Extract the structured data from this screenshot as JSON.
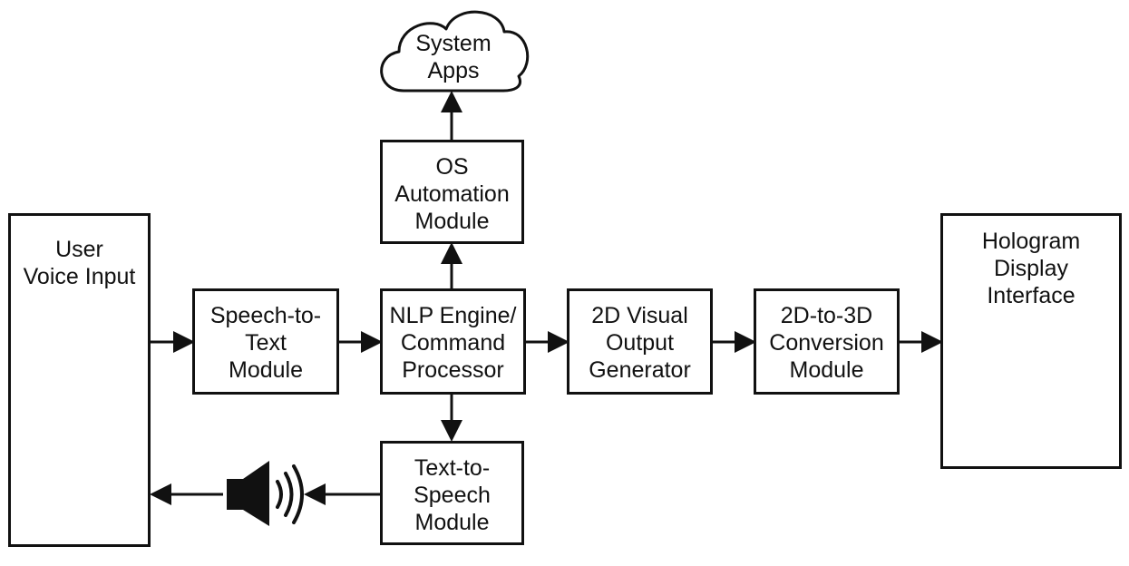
{
  "nodes": {
    "user": {
      "lines": [
        "User",
        "Voice Input"
      ]
    },
    "stt": {
      "lines": [
        "Speech-to-",
        "Text",
        "Module"
      ]
    },
    "nlp": {
      "lines": [
        "NLP Engine/",
        "Command",
        "Processor"
      ]
    },
    "vis2d": {
      "lines": [
        "2D Visual",
        "Output",
        "Generator"
      ]
    },
    "conv3d": {
      "lines": [
        "2D-to-3D",
        "Conversion",
        "Module"
      ]
    },
    "holo": {
      "lines": [
        "Hologram",
        "Display",
        "Interface"
      ]
    },
    "os": {
      "lines": [
        "OS",
        "Automation",
        "Module"
      ]
    },
    "apps": {
      "lines": [
        "System",
        "Apps"
      ]
    },
    "tts": {
      "lines": [
        "Text-to-",
        "Speech",
        "Module"
      ]
    }
  },
  "icons": {
    "user": "microphone-with-sound-waves-icon",
    "output": "speaker-with-sound-waves-icon",
    "holo": "hologram-cube-projection-icon",
    "apps": "cloud-icon"
  },
  "colors": {
    "stroke": "#111111",
    "background": "#ffffff"
  }
}
